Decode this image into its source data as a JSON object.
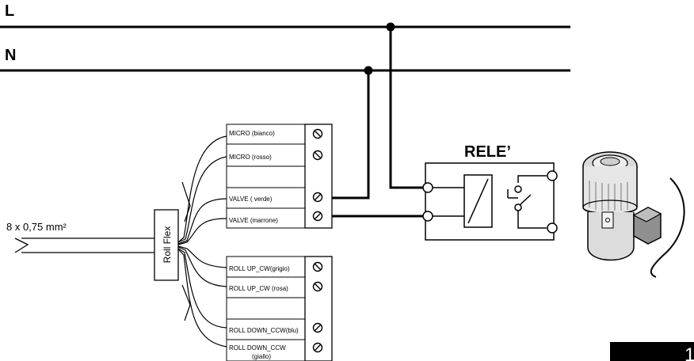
{
  "bus": {
    "line_label": "L",
    "neutral_label": "N"
  },
  "relay": {
    "label": "RELE’"
  },
  "cable": {
    "label": "8 x 0,75 mm²",
    "junction_label": "Roll Flex"
  },
  "terminal_block_1": {
    "labels": [
      "MICRO (bianco)",
      "MICRO (rosso)",
      "",
      "VALVE ( verde)",
      "VALVE (marrone)"
    ]
  },
  "terminal_block_2": {
    "labels": [
      "ROLL UP_CW(grigio)",
      "ROLL UP_CW (rosa)",
      "",
      "ROLL DOWN_CCW(blu)",
      "ROLL DOWN_CCW",
      "(giallo)"
    ]
  },
  "page": {
    "number": "1"
  }
}
